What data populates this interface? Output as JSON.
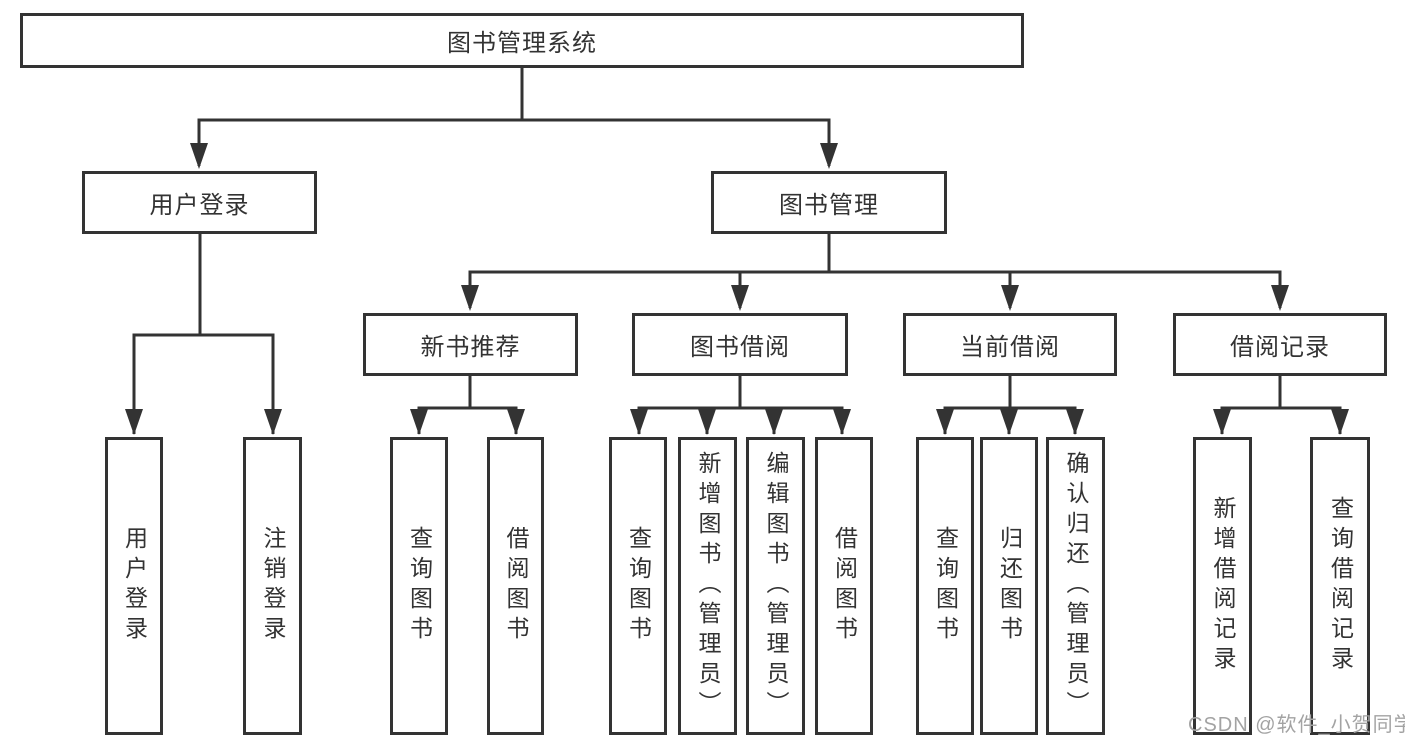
{
  "diagram": {
    "root": {
      "label": "图书管理系统"
    },
    "branches": [
      {
        "label": "用户登录",
        "children": [
          {
            "label": "用户登录"
          },
          {
            "label": "注销登录"
          }
        ]
      },
      {
        "label": "图书管理",
        "sections": [
          {
            "label": "新书推荐",
            "children": [
              {
                "label": "查询图书"
              },
              {
                "label": "借阅图书"
              }
            ]
          },
          {
            "label": "图书借阅",
            "children": [
              {
                "label": "查询图书"
              },
              {
                "label": "新增图书（管理员）"
              },
              {
                "label": "编辑图书（管理员）"
              },
              {
                "label": "借阅图书"
              }
            ]
          },
          {
            "label": "当前借阅",
            "children": [
              {
                "label": "查询图书"
              },
              {
                "label": "归还图书"
              },
              {
                "label": "确认归还（管理员）"
              }
            ]
          },
          {
            "label": "借阅记录",
            "children": [
              {
                "label": "新增借阅记录"
              },
              {
                "label": "查询借阅记录"
              }
            ]
          }
        ]
      }
    ]
  },
  "colors": {
    "line": "#333333",
    "text": "#333333",
    "watermark": "#a3a3a3"
  },
  "watermark": {
    "text": "CSDN @软件_小贺同学"
  }
}
